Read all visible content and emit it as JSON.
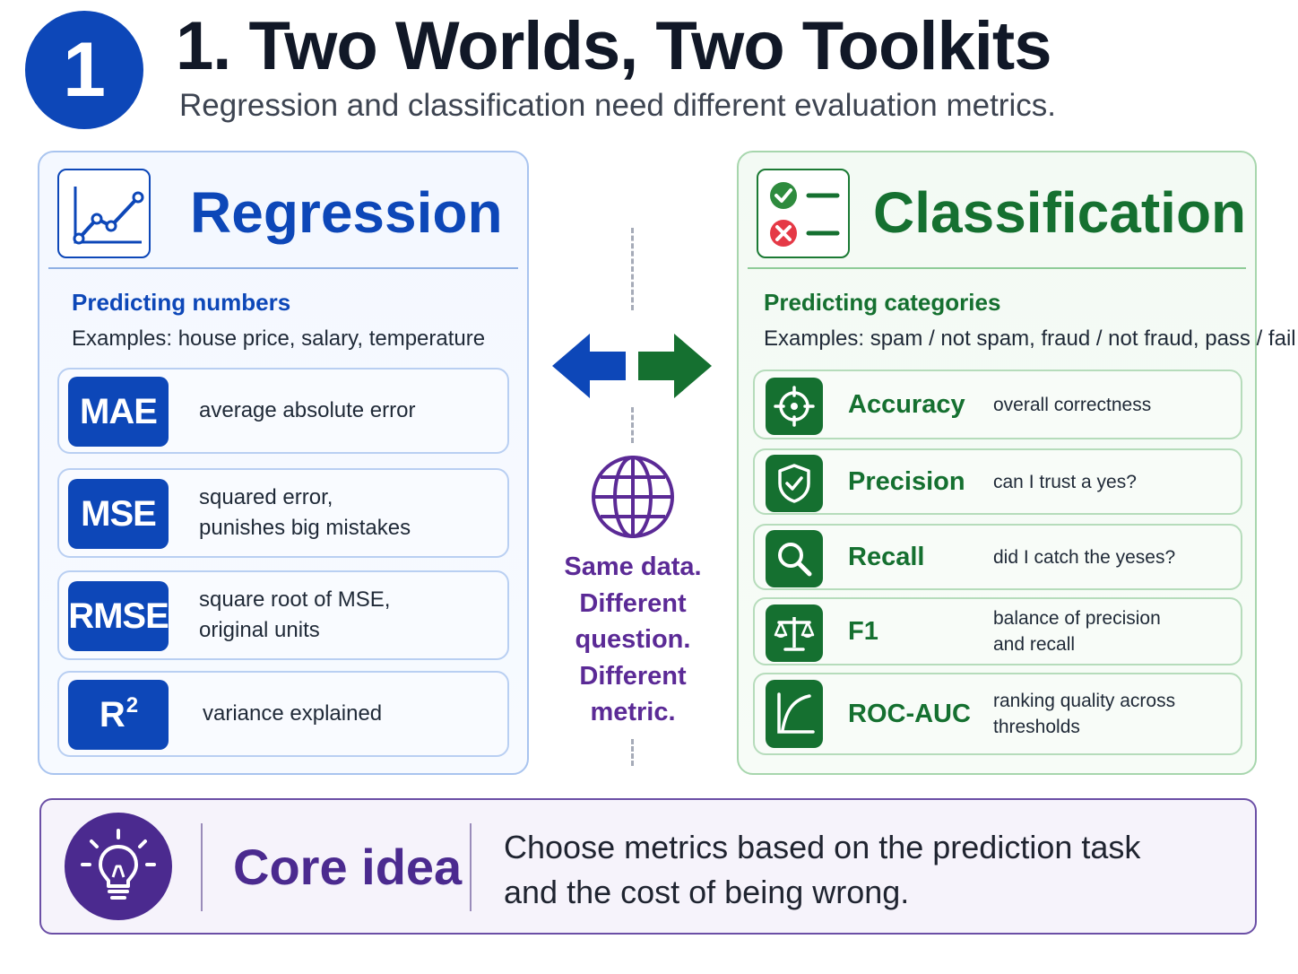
{
  "header": {
    "number": "1",
    "title": "1. Two Worlds, Two Toolkits",
    "subtitle": "Regression and classification need different evaluation metrics."
  },
  "regression": {
    "title": "Regression",
    "heading": "Predicting numbers",
    "examples": "Examples: house price, salary, temperature",
    "icon": "line-chart-icon",
    "metrics": [
      {
        "badge": "MAE",
        "line1": "average absolute error",
        "line2": ""
      },
      {
        "badge": "MSE",
        "line1": "squared error,",
        "line2": "punishes big mistakes"
      },
      {
        "badge": "RMSE",
        "line1": "square root of MSE,",
        "line2": "original units"
      },
      {
        "badge": "R",
        "sup": "2",
        "line1": "variance explained",
        "line2": ""
      }
    ]
  },
  "classification": {
    "title": "Classification",
    "heading": "Predicting categories",
    "examples": "Examples: spam / not spam, fraud / not fraud, pass / fail",
    "icon": "checklist-icon",
    "metrics": [
      {
        "name": "Accuracy",
        "line1": "overall correctness",
        "line2": "",
        "icon": "target-icon"
      },
      {
        "name": "Precision",
        "line1": "can I trust a yes?",
        "line2": "",
        "icon": "shield-check-icon"
      },
      {
        "name": "Recall",
        "line1": "did I catch the yeses?",
        "line2": "",
        "icon": "search-icon"
      },
      {
        "name": "F1",
        "line1": "balance of precision",
        "line2": "and recall",
        "icon": "scale-icon"
      },
      {
        "name": "ROC-AUC",
        "line1": "ranking quality across",
        "line2": "thresholds",
        "icon": "curve-chart-icon"
      }
    ]
  },
  "center": {
    "line1": "Same data.",
    "line2": "Different",
    "line3": "question.",
    "line4": "Different",
    "line5": "metric.",
    "icon": "globe-icon"
  },
  "core": {
    "label": "Core idea",
    "line1": "Choose metrics based on the prediction task",
    "line2": "and the cost of being wrong.",
    "icon": "lightbulb-icon"
  },
  "colors": {
    "regression": "#0d47b8",
    "classification": "#157030",
    "core": "#4b2a8f"
  }
}
